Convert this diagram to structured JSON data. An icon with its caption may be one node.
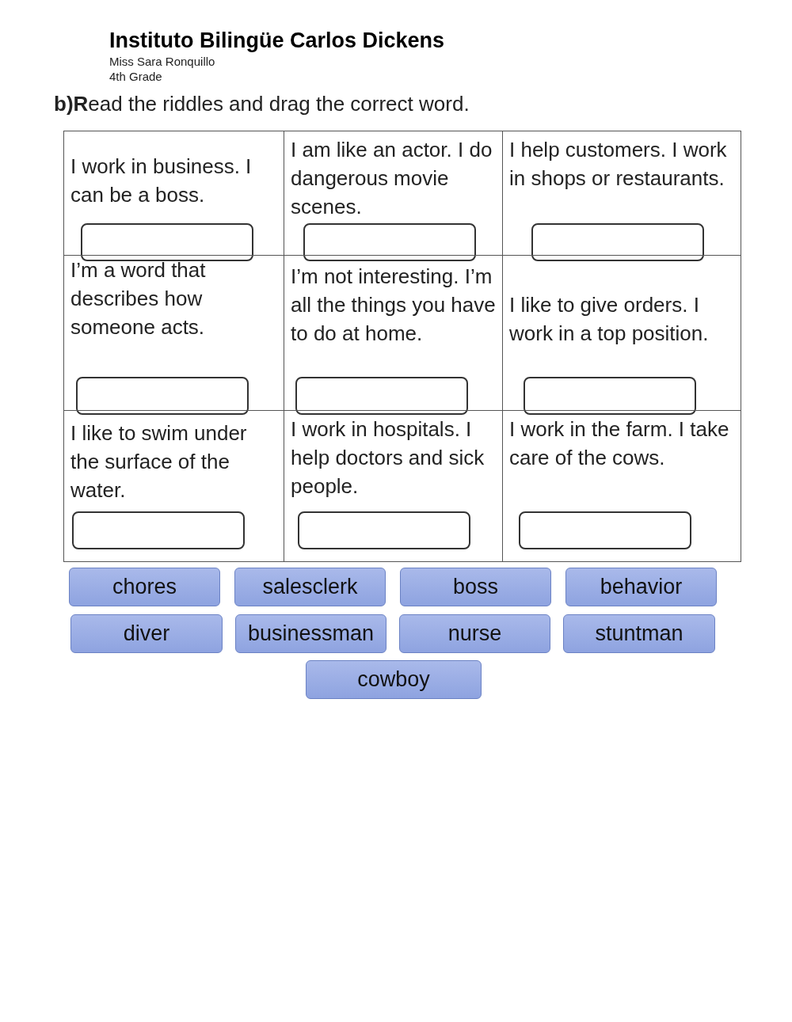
{
  "diagram": {
    "title": "Instituto Bilingüe Carlos Dickens",
    "nodes": [
      {
        "text": [
          "chores"
        ]
      },
      {
        "text": [
          "salesclerk"
        ]
      },
      {
        "text": [
          "boss"
        ]
      },
      {
        "text": [
          "behavior"
        ]
      },
      {
        "text": [
          "diver"
        ]
      },
      {
        "text": [
          "businessman"
        ]
      },
      {
        "text": [
          "nurse"
        ]
      },
      {
        "text": [
          "stuntman"
        ]
      },
      {
        "text": [
          "cowboy"
        ]
      }
    ],
    "edges": [],
    "labels": [
      "Miss Sara Ronquillo",
      "4th Grade",
      "**b)R**ead the riddles and drag the correct word.",
      "I work in business. I can be a boss.",
      "I am like an actor. I do dangerous movie scenes.",
      "I help customers. I work in shops or restaurants.",
      "I’m a word that describes how someone acts.",
      "I’m not interesting. I’m all the things you have to do at home.",
      "I like to give orders. I work in a top position.",
      "I like to swim under the surface of the water.",
      "I work in hospitals. I help doctors and sick people.",
      "I work in the farm. I take care of the cows."
    ]
  }
}
